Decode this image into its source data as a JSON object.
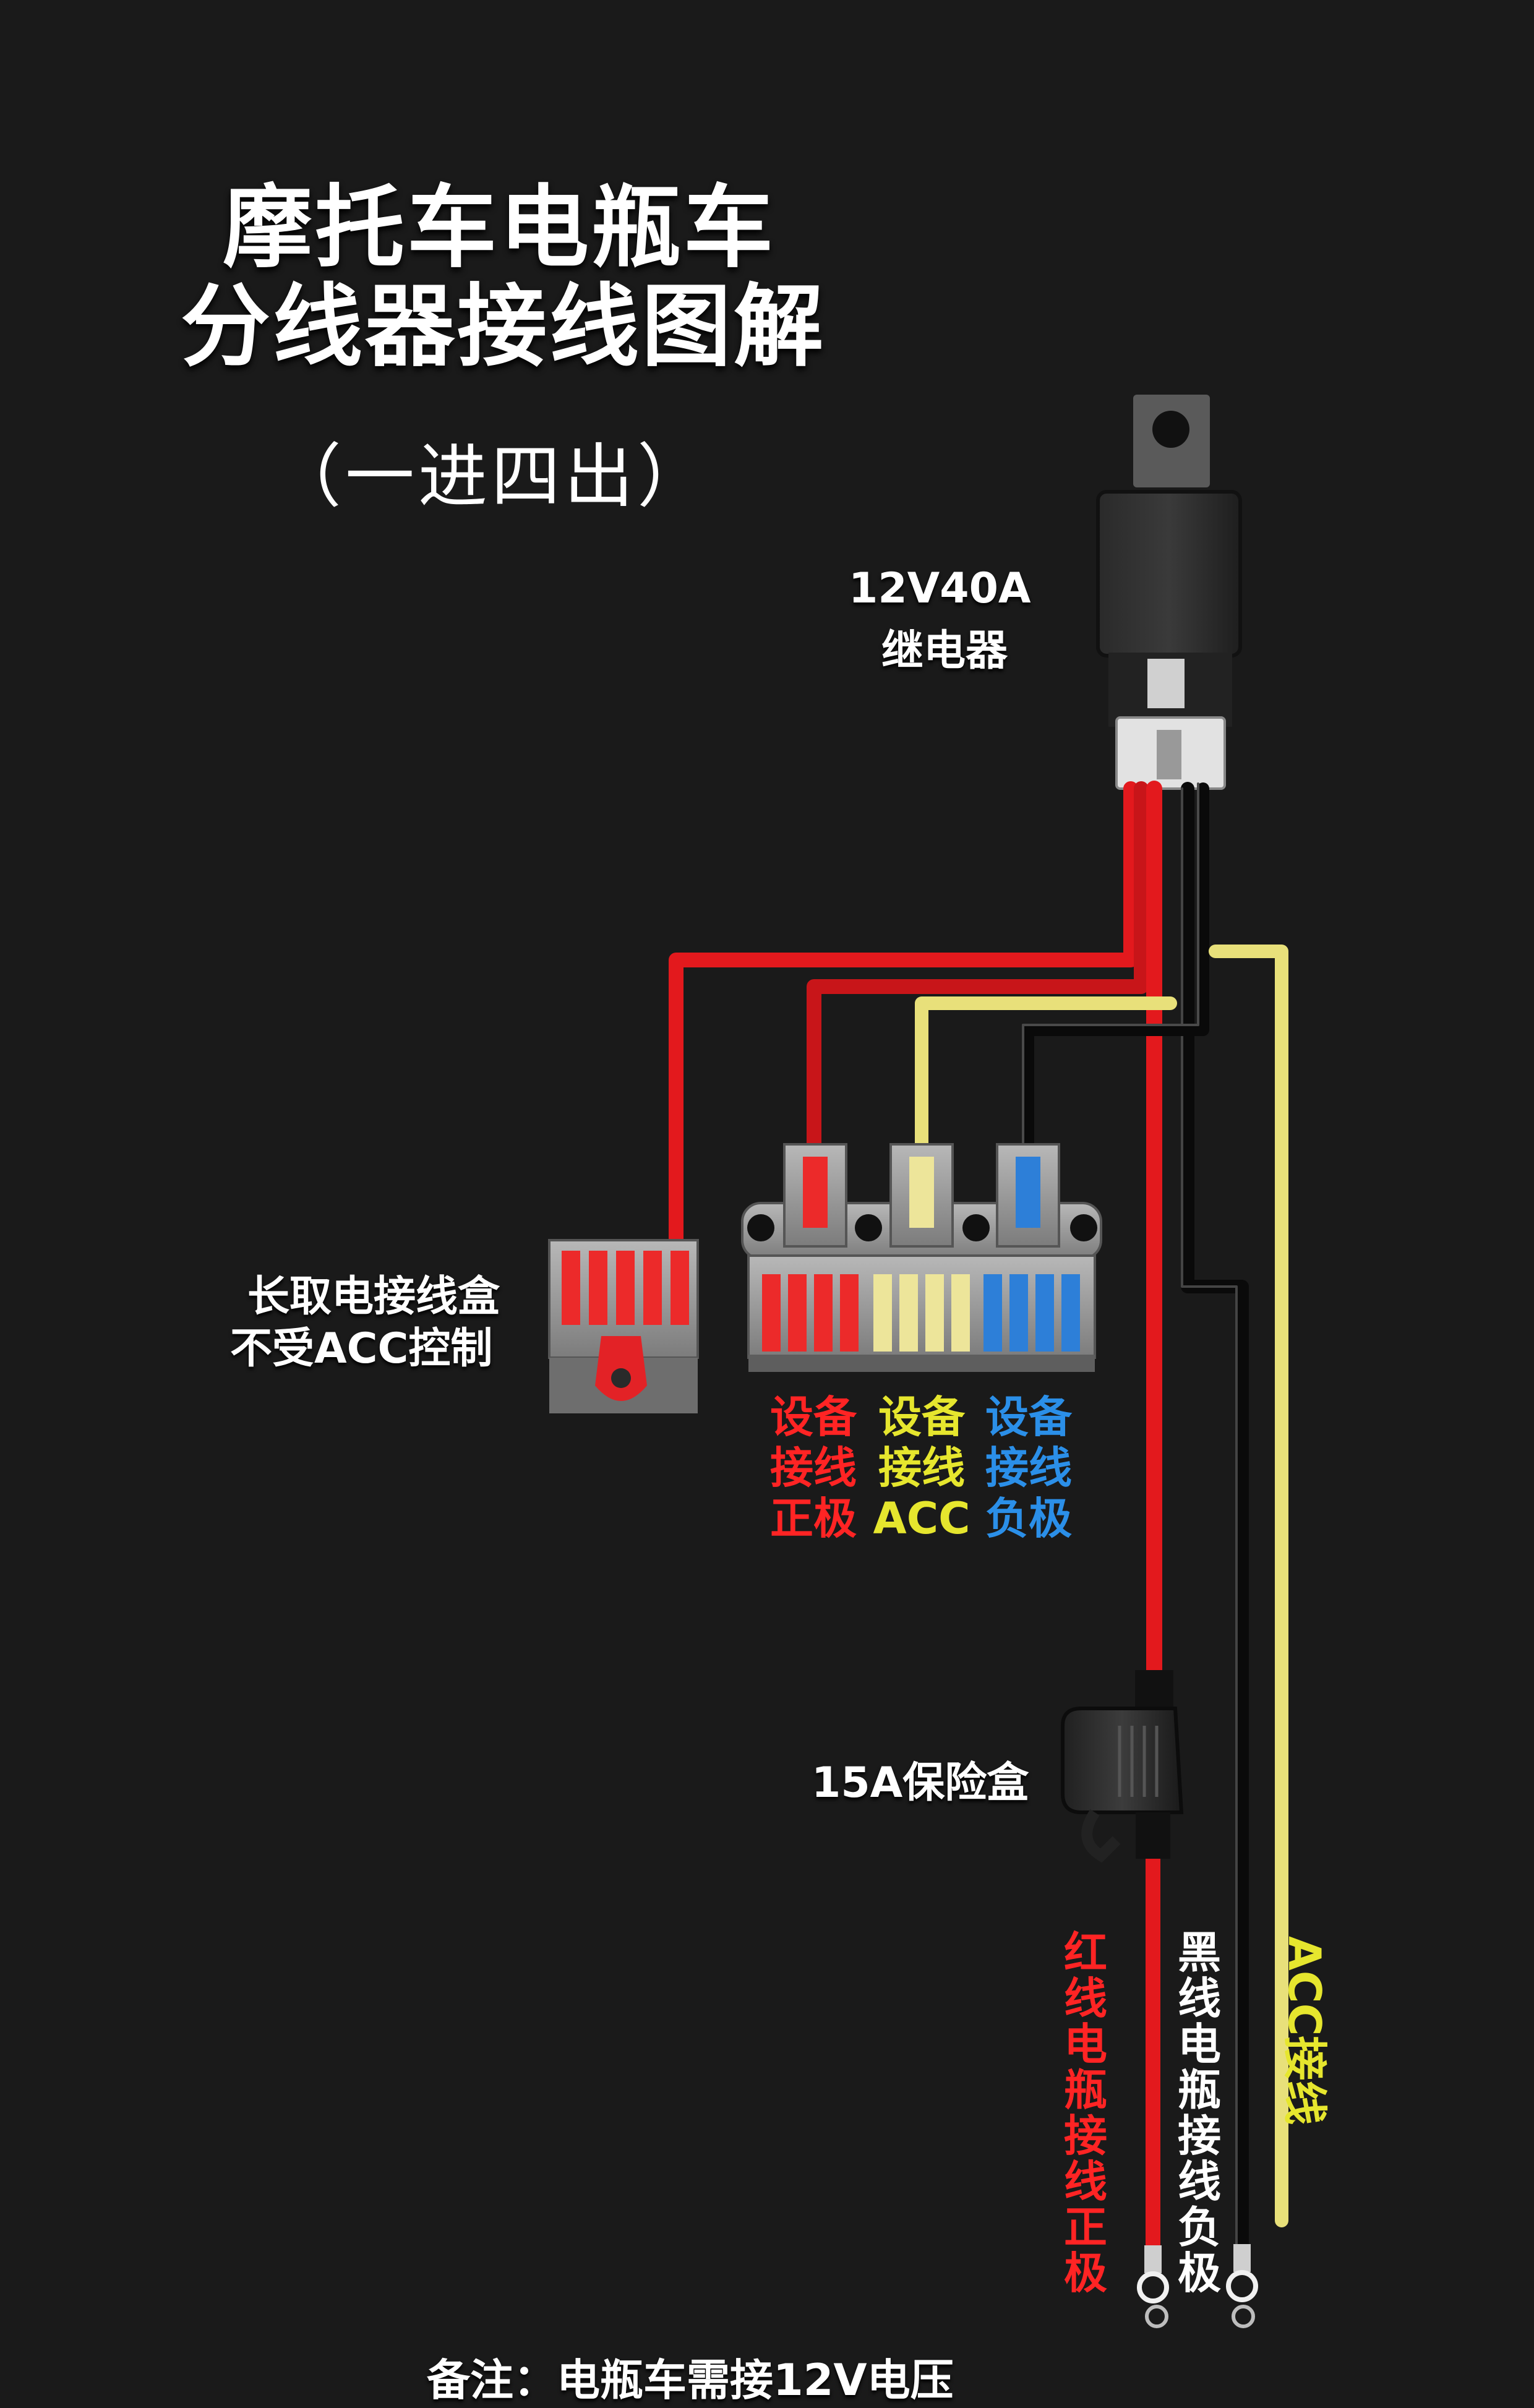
{
  "title": {
    "line1": "摩托车电瓶车",
    "line2": "分线器接线图解"
  },
  "subtitle": "（一进四出）",
  "labels": {
    "relay_line1": "12V40A",
    "relay_line2": "继电器",
    "always_on_line1": "长取电接线盒",
    "always_on_line2": "不受ACC控制",
    "fuse": "15A保险盒",
    "red_battery": "红线电瓶接线正极",
    "black_battery": "黑线电瓶接线负极",
    "acc_wire": "ACC接线",
    "footer_note": "备注：电瓶车需接12V电压"
  },
  "terminal_groups": [
    {
      "line1": "设备",
      "line2": "接线",
      "line3": "正极",
      "color": "#ff2424"
    },
    {
      "line1": "设备",
      "line2": "接线",
      "line3": "ACC",
      "color": "#e6e62e"
    },
    {
      "line1": "设备",
      "line2": "接线",
      "line3": "负极",
      "color": "#2b8fe8"
    }
  ],
  "colors": {
    "background": "#1a1a1a",
    "red_wire": "#e3191d",
    "yellow_wire": "#e8e07a",
    "black_wire": "#0a0a0a",
    "gray_housing": "#9a9a9a"
  }
}
